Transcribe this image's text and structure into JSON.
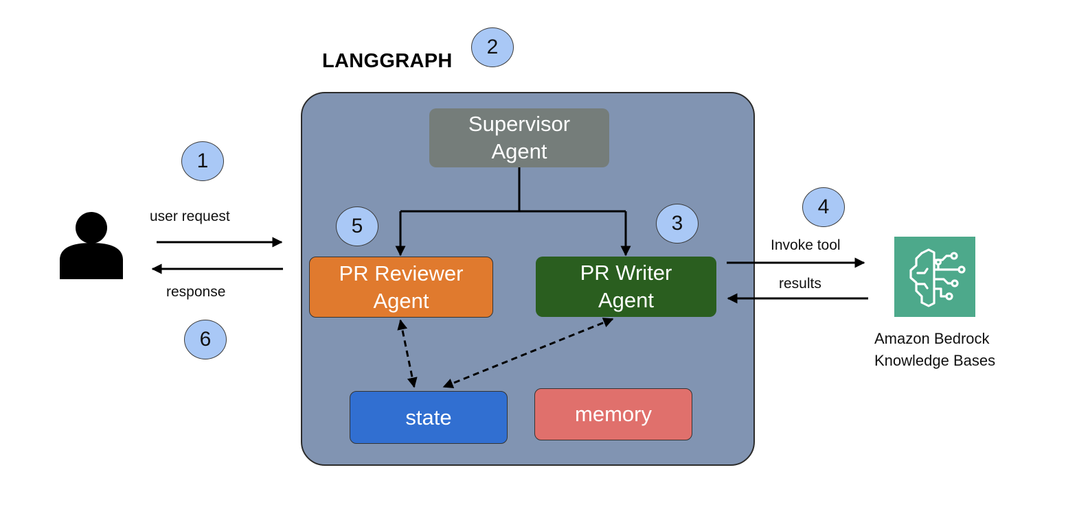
{
  "title": "LANGGRAPH",
  "steps": [
    "1",
    "2",
    "3",
    "4",
    "5",
    "6"
  ],
  "agents": {
    "supervisor": "Supervisor\nAgent",
    "reviewer": "PR Reviewer\nAgent",
    "writer": "PR Writer\nAgent"
  },
  "stores": {
    "state": "state",
    "memory": "memory"
  },
  "flows": {
    "user_request": "user request",
    "response": "response",
    "invoke_tool": "Invoke tool",
    "results": "results"
  },
  "external": {
    "name": "Amazon Bedrock\nKnowledge Bases",
    "icon": "bedrock-brain-icon"
  },
  "colors": {
    "container": "#8194b2",
    "supervisor": "#757d7a",
    "reviewer": "#e07a2e",
    "writer": "#2a5e1f",
    "state": "#316fd1",
    "memory": "#e0706c",
    "step_badge": "#a9c8f6",
    "bedrock": "#4da98b"
  }
}
